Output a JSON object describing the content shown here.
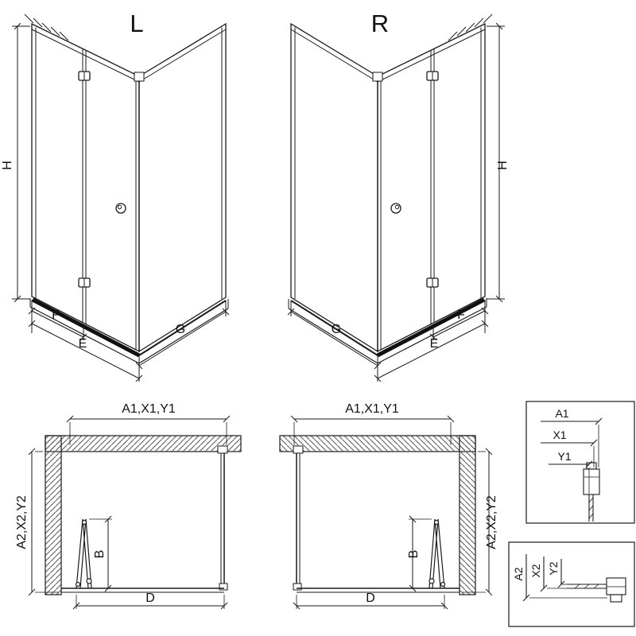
{
  "diagram": {
    "view_l": {
      "title": "L",
      "dim_h": "H",
      "dim_f": "F",
      "dim_e": "E",
      "dim_g": "G"
    },
    "view_r": {
      "title": "R",
      "dim_h": "H",
      "dim_f": "F",
      "dim_e": "E",
      "dim_g": "G"
    },
    "plan_l": {
      "dim_top": "A1,X1,Y1",
      "dim_side": "A2,X2,Y2",
      "dim_b": "B",
      "dim_d": "D"
    },
    "plan_r": {
      "dim_top": "A1,X1,Y1",
      "dim_side": "A2,X2,Y2",
      "dim_b": "B",
      "dim_d": "D"
    },
    "inset_top": {
      "dim_a1": "A1",
      "dim_x1": "X1",
      "dim_y1": "Y1"
    },
    "inset_bottom": {
      "dim_a2": "A2",
      "dim_x2": "X2",
      "dim_y2": "Y2"
    },
    "colors": {
      "line": "#1a1a1a",
      "bg": "#ffffff"
    }
  }
}
